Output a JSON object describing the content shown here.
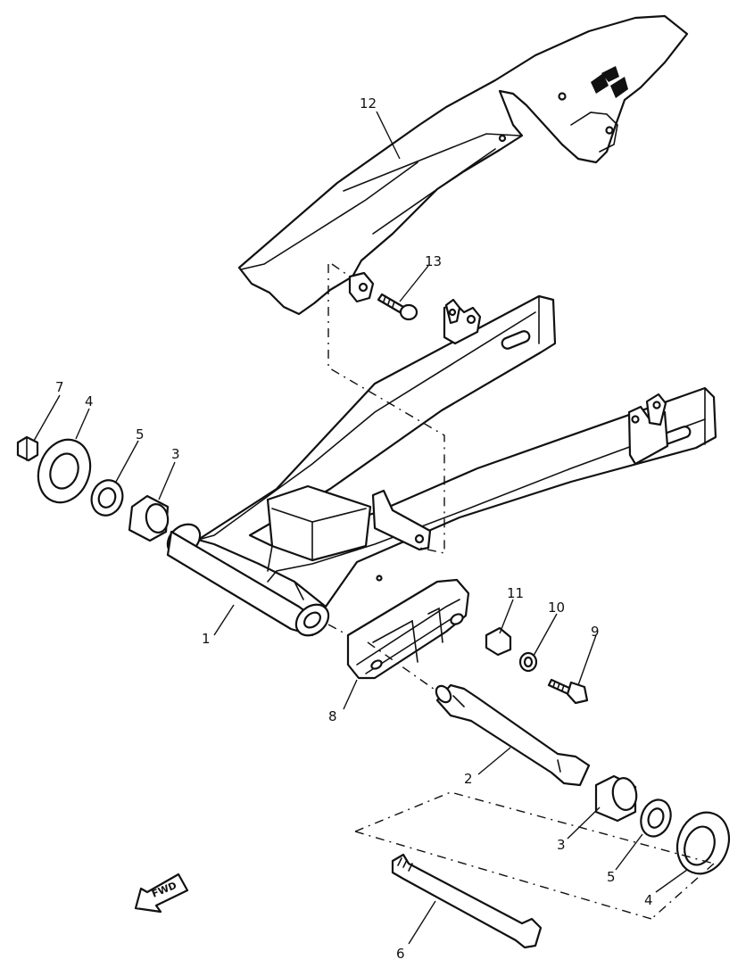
{
  "diagram": {
    "fwd_label": "FWD",
    "callouts": [
      {
        "id": "c12",
        "text": "12"
      },
      {
        "id": "c13",
        "text": "13"
      },
      {
        "id": "c7",
        "text": "7"
      },
      {
        "id": "c4a",
        "text": "4"
      },
      {
        "id": "c5a",
        "text": "5"
      },
      {
        "id": "c3a",
        "text": "3"
      },
      {
        "id": "c1",
        "text": "1"
      },
      {
        "id": "c11",
        "text": "11"
      },
      {
        "id": "c10",
        "text": "10"
      },
      {
        "id": "c9",
        "text": "9"
      },
      {
        "id": "c8",
        "text": "8"
      },
      {
        "id": "c2",
        "text": "2"
      },
      {
        "id": "c3b",
        "text": "3"
      },
      {
        "id": "c5b",
        "text": "5"
      },
      {
        "id": "c4b",
        "text": "4"
      },
      {
        "id": "c6",
        "text": "6"
      }
    ]
  }
}
